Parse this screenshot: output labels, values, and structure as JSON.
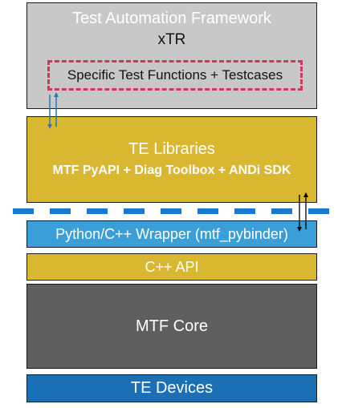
{
  "layers": {
    "framework": {
      "title": "Test Automation Framework",
      "subtitle": "xTR",
      "inner_box": "Specific Test Functions + Testcases"
    },
    "libraries": {
      "title": "TE Libraries",
      "subtitle": "MTF PyAPI + Diag Toolbox + ANDi SDK"
    },
    "wrapper": {
      "label": "Python/C++ Wrapper (mtf_pybinder)"
    },
    "cpp_api": {
      "label": "C++ API"
    },
    "core": {
      "label": "MTF Core"
    },
    "devices": {
      "label": "TE Devices"
    }
  },
  "colors": {
    "framework": "#c8c8c8",
    "highlight_dash": "#cf3a5a",
    "libraries": "#dab731",
    "wrapper": "#3a9fd8",
    "cpp_api": "#dab731",
    "core": "#5f5f5f",
    "devices": "#1a6fb5",
    "separator": "#1e78d2",
    "arrow_blue": "#2e75b6",
    "arrow_black": "#000000"
  }
}
